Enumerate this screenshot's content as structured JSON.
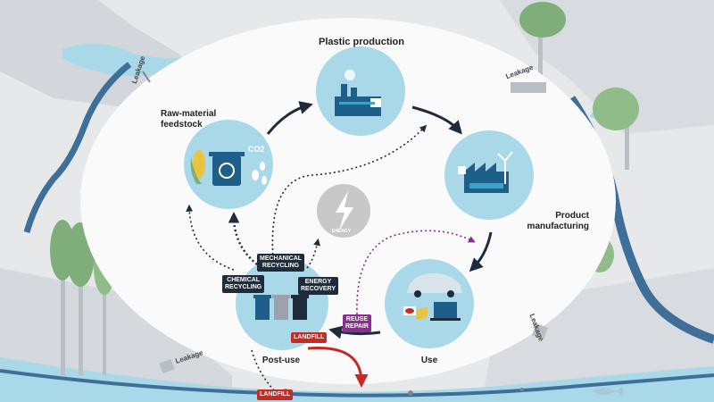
{
  "stages": {
    "plastic_production": "Plastic production",
    "raw_material": "Raw-material\nfeedstock",
    "product_manufacturing": "Product\nmanufacturing",
    "use": "Use",
    "post_use": "Post-use"
  },
  "tags": {
    "mechanical_recycling": "MECHANICAL\nRECYCLING",
    "chemical_recycling": "CHEMICAL\nRECYCLING",
    "energy_recovery": "ENERGY\nRECOVERY",
    "reuse_repair": "REUSE\nREPAIR",
    "landfill": "LANDFILL",
    "landfill_bottom": "LANDFILL"
  },
  "energy_label": "ENERGY",
  "co2_label": "CO2",
  "leakage_labels": [
    "Leakage",
    "Leakage",
    "Leakage",
    "Leakage"
  ],
  "colors": {
    "stage_circle": "#a9d9e8",
    "energy_circle": "#c8c8c8",
    "cycle_arrow": "#1d2b3a",
    "reuse_arrow": "#8a2d8f",
    "landfill_arrow": "#c62a24",
    "river": "#3e6f99",
    "tree": "#7fae7a"
  },
  "icons": [
    "recycle-icon",
    "corn-icon",
    "bottle-icon",
    "factory-icon",
    "wind-turbine-icon",
    "car-icon",
    "laptop-icon",
    "bin-icon",
    "lightning-icon",
    "fish-icon"
  ]
}
